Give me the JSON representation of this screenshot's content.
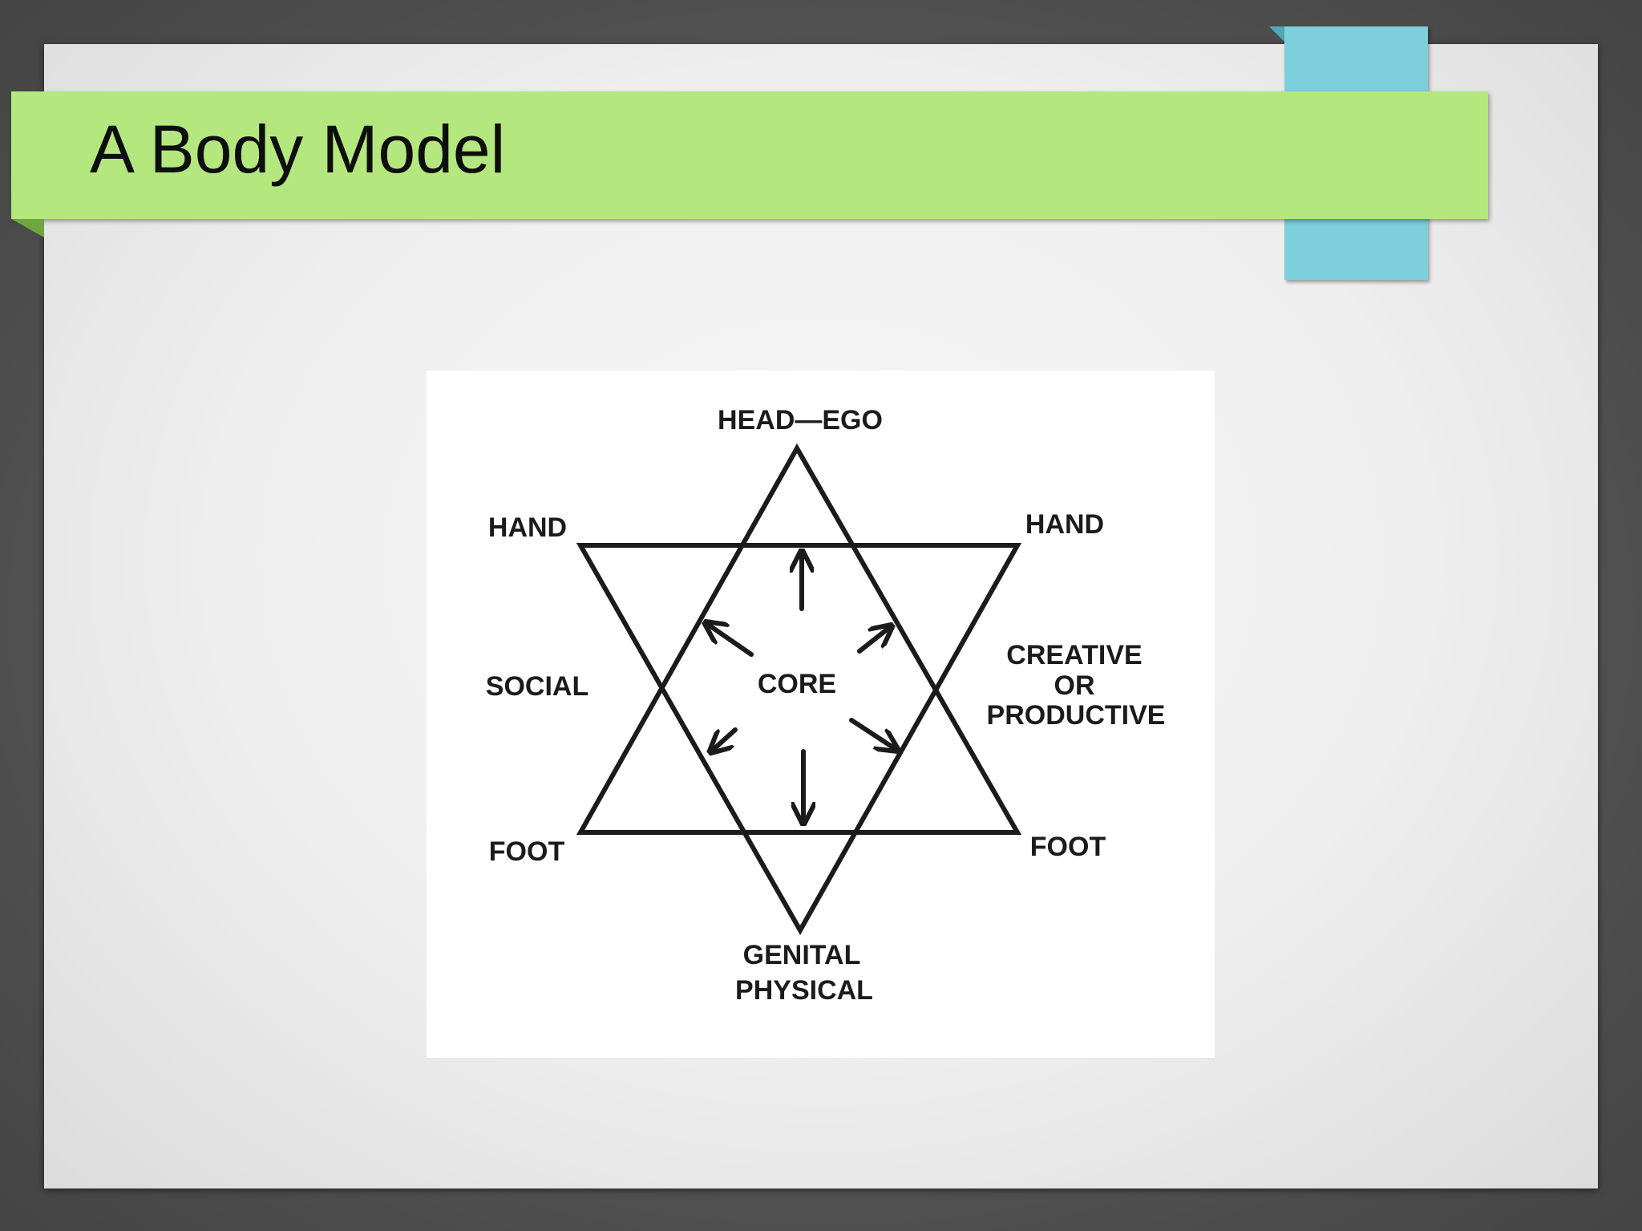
{
  "slide": {
    "title": "A Body Model"
  },
  "diagram": {
    "labels": {
      "head_ego": "HEAD—EGO",
      "hand_left": "HAND",
      "hand_right": "HAND",
      "social": "SOCIAL",
      "core": "CORE",
      "creative_line1": "CREATIVE",
      "creative_line2": "OR",
      "creative_line3": "PRODUCTIVE",
      "foot_left": "FOOT",
      "foot_right": "FOOT",
      "genital_line1": "GENITAL",
      "genital_line2": "PHYSICAL"
    }
  },
  "colors": {
    "title_band": "#b5e77f",
    "accent_tab": "#7ecfdc",
    "frame": "#4f4f4f"
  }
}
